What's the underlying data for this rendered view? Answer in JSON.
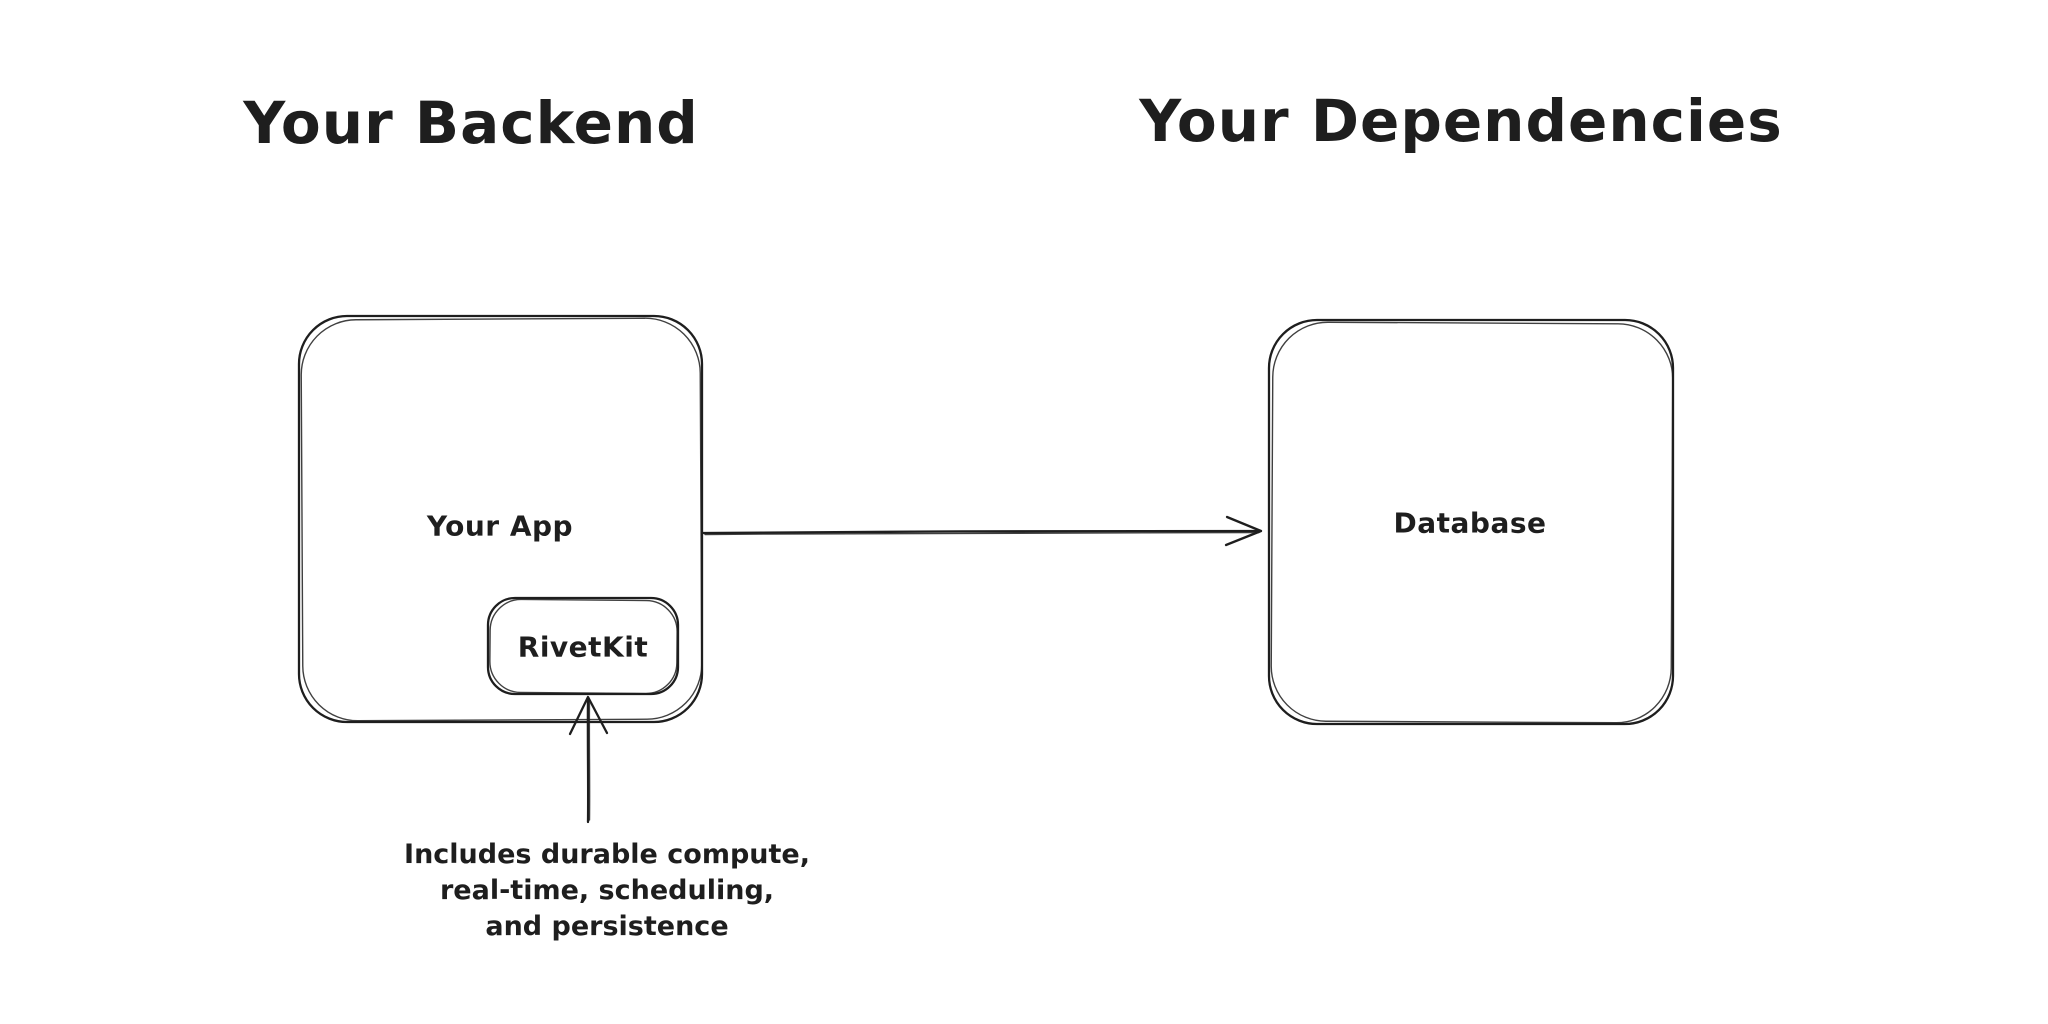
{
  "diagram": {
    "background_color": "#ffffff",
    "stroke_color": "#1e1e1e",
    "backend": {
      "title": "Your Backend",
      "app_box_label": "Your App",
      "rivetkit_box_label": "RivetKit"
    },
    "dependencies": {
      "title": "Your Dependencies",
      "database_box_label": "Database"
    },
    "annotation": {
      "line1": "Includes durable compute,",
      "line2": "real-time, scheduling,",
      "line3": "and persistence"
    },
    "icons": {
      "app_to_database_arrow": "arrow-right-icon",
      "annotation_to_rivetkit_arrow": "arrow-up-icon"
    }
  }
}
